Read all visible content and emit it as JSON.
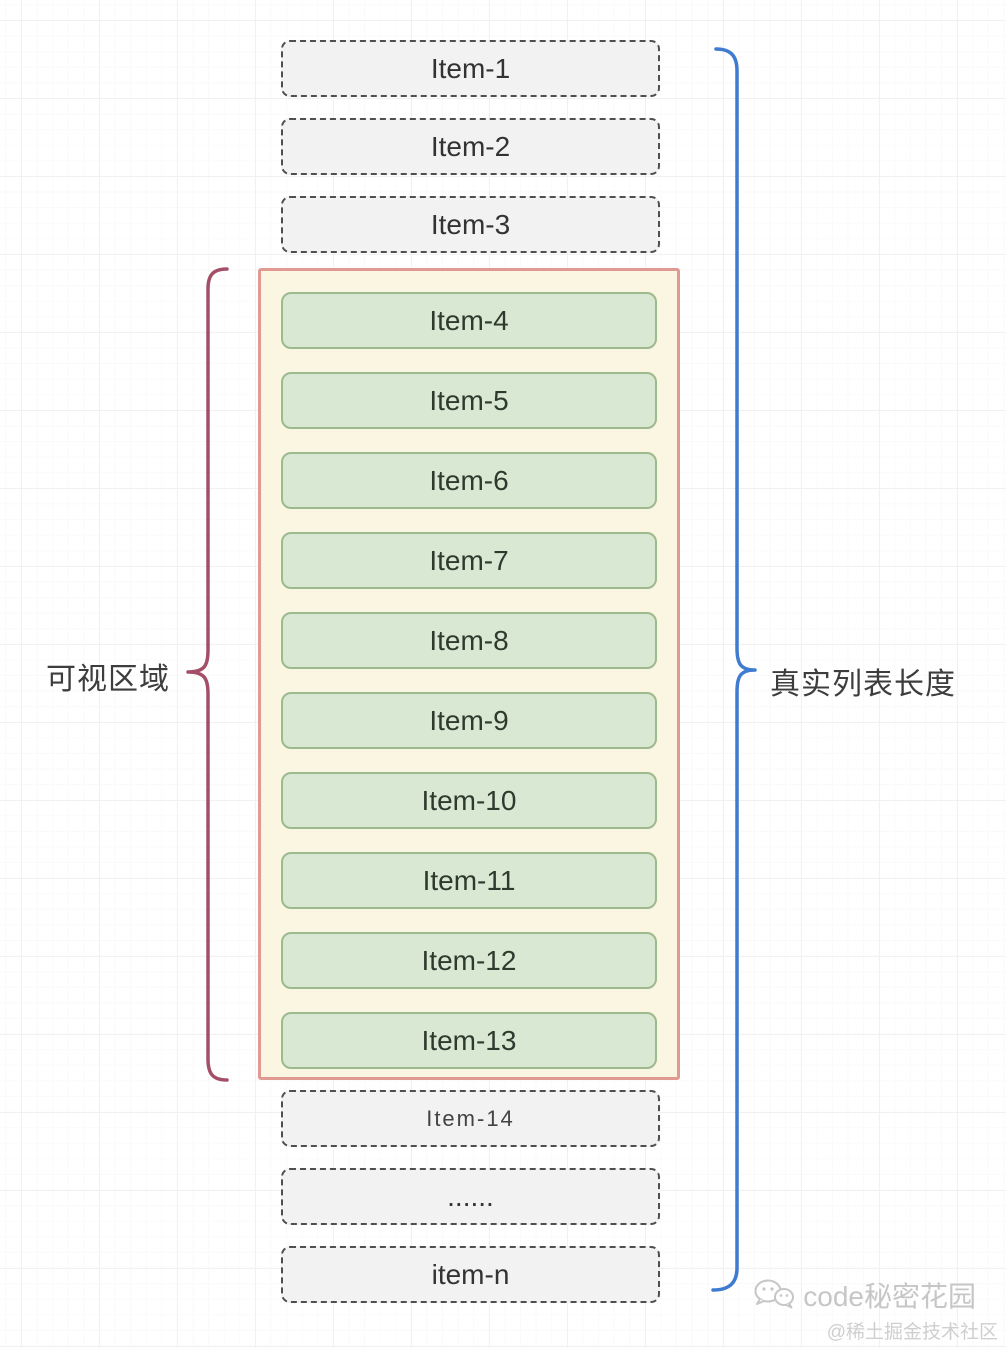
{
  "diagram": {
    "top_items": [
      "Item-1",
      "Item-2",
      "Item-3"
    ],
    "visible_items": [
      "Item-4",
      "Item-5",
      "Item-6",
      "Item-7",
      "Item-8",
      "Item-9",
      "Item-10",
      "Item-11",
      "Item-12",
      "Item-13"
    ],
    "bottom_items": [
      "Item-14",
      "......",
      "item-n"
    ],
    "labels": {
      "viewport": "可视区域",
      "full_list": "真实列表长度"
    }
  },
  "colors": {
    "green_item_fill": "#d9e8d2",
    "green_item_border": "#9cba8e",
    "gray_item_fill": "#f2f2f2",
    "gray_item_border": "#4f4f4f",
    "viewport_fill": "#fbf6e2",
    "viewport_border": "#e09a92",
    "viewport_brace": "#a34f68",
    "full_list_bracket": "#3e7bd1",
    "watermark_gray": "#c6c6c6"
  },
  "watermark": {
    "icon": "wechat-icon",
    "brand": "code秘密花园",
    "community": "@稀土掘金技术社区"
  }
}
